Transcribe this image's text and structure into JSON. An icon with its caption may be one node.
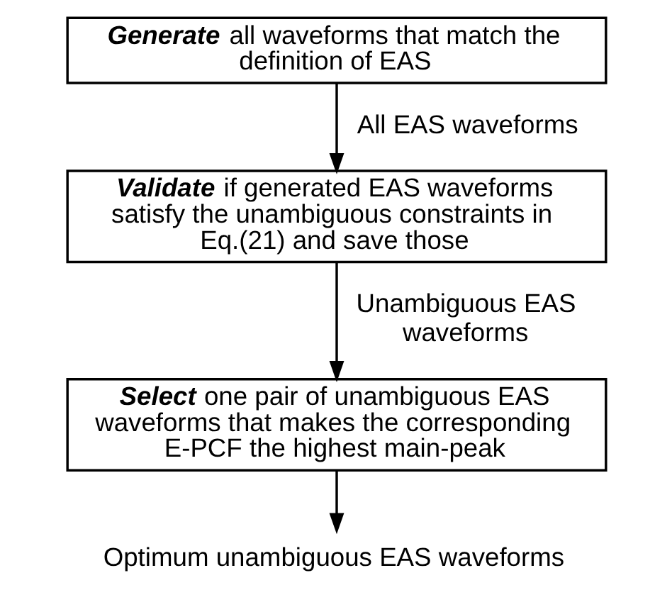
{
  "diagram": {
    "nodes": [
      {
        "text": [
          "Generate all waveforms that match the definition of EAS"
        ]
      },
      {
        "text": [
          "Validate if generated EAS waveforms satisfy the unambiguous constraints in Eq.(21) and save those"
        ]
      },
      {
        "text": [
          "Select one pair of unambiguous EAS waveforms that makes the corresponding E-PCF the highest main-peak"
        ]
      },
      {
        "text": [
          "Optimum unambiguous EAS waveforms"
        ]
      }
    ],
    "edges": [
      {
        "from": 0,
        "to": 1,
        "arrow": "to",
        "label": "All EAS waveforms"
      },
      {
        "from": 1,
        "to": 2,
        "arrow": "to",
        "label": "Unambiguous EAS waveforms"
      },
      {
        "from": 2,
        "to": 3,
        "arrow": "to"
      }
    ]
  }
}
